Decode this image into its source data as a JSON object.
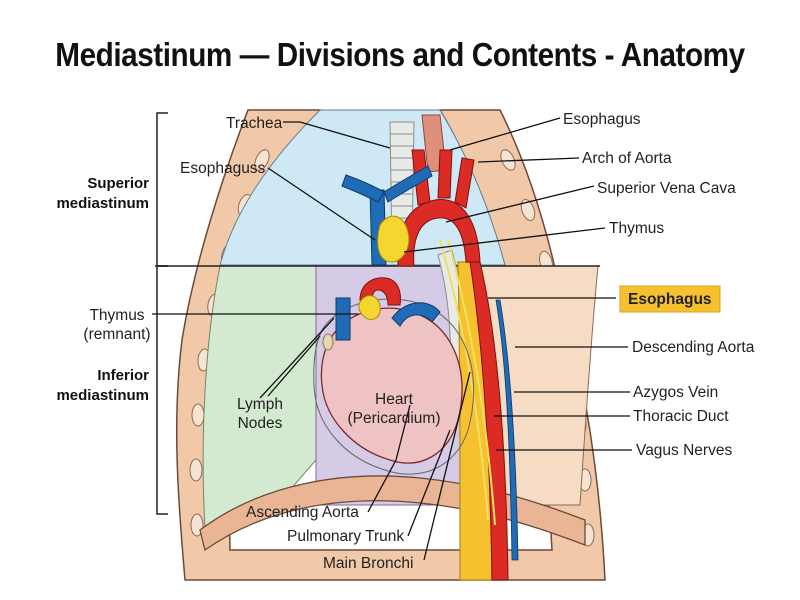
{
  "title": "Mediastinum — Divisions and Contents - Anatomy",
  "regions": {
    "superior": [
      "Superior",
      "mediastinum"
    ],
    "inferior": [
      "Inferior",
      "mediastinum"
    ]
  },
  "labels": {
    "trachea": "Trachea",
    "esophagus_left": "Esophaguss",
    "thymus_remnant": [
      "Thymus",
      "(remnant)"
    ],
    "lymph_nodes": [
      "Lymph",
      "Nodes"
    ],
    "heart": [
      "Heart",
      "(Pericardium)"
    ],
    "ascending_aorta": "Ascending Aorta",
    "pulmonary_trunk": "Pulmonary Trunk",
    "main_bronchi": "Main Bronchi",
    "esophagus_top": "Esophagus",
    "arch_of_aorta": "Arch of Aorta",
    "superior_vena_cava": "Superior Vena Cava",
    "thymus": "Thymus",
    "esophagus_highlight": "Esophagus",
    "descending_aorta": "Descending Aorta",
    "azygos_vein": "Azygos Vein",
    "thoracic_duct": "Thoracic Duct",
    "vagus_nerves": "Vagus Nerves"
  },
  "colors": {
    "superior_region": "#cfe8f5",
    "inferior_middle_region": "#d6cbe6",
    "lung_region": "#d4ead0",
    "posterior_region": "#f6dcc5",
    "body_wall": "#f1c9a8",
    "artery": "#dc2a25",
    "vein": "#1f6bb5",
    "heart": "#efc2c4",
    "thymus": "#f5d630",
    "esophagus_highlight": "#f5c12f",
    "nerve": "#f0e060"
  }
}
